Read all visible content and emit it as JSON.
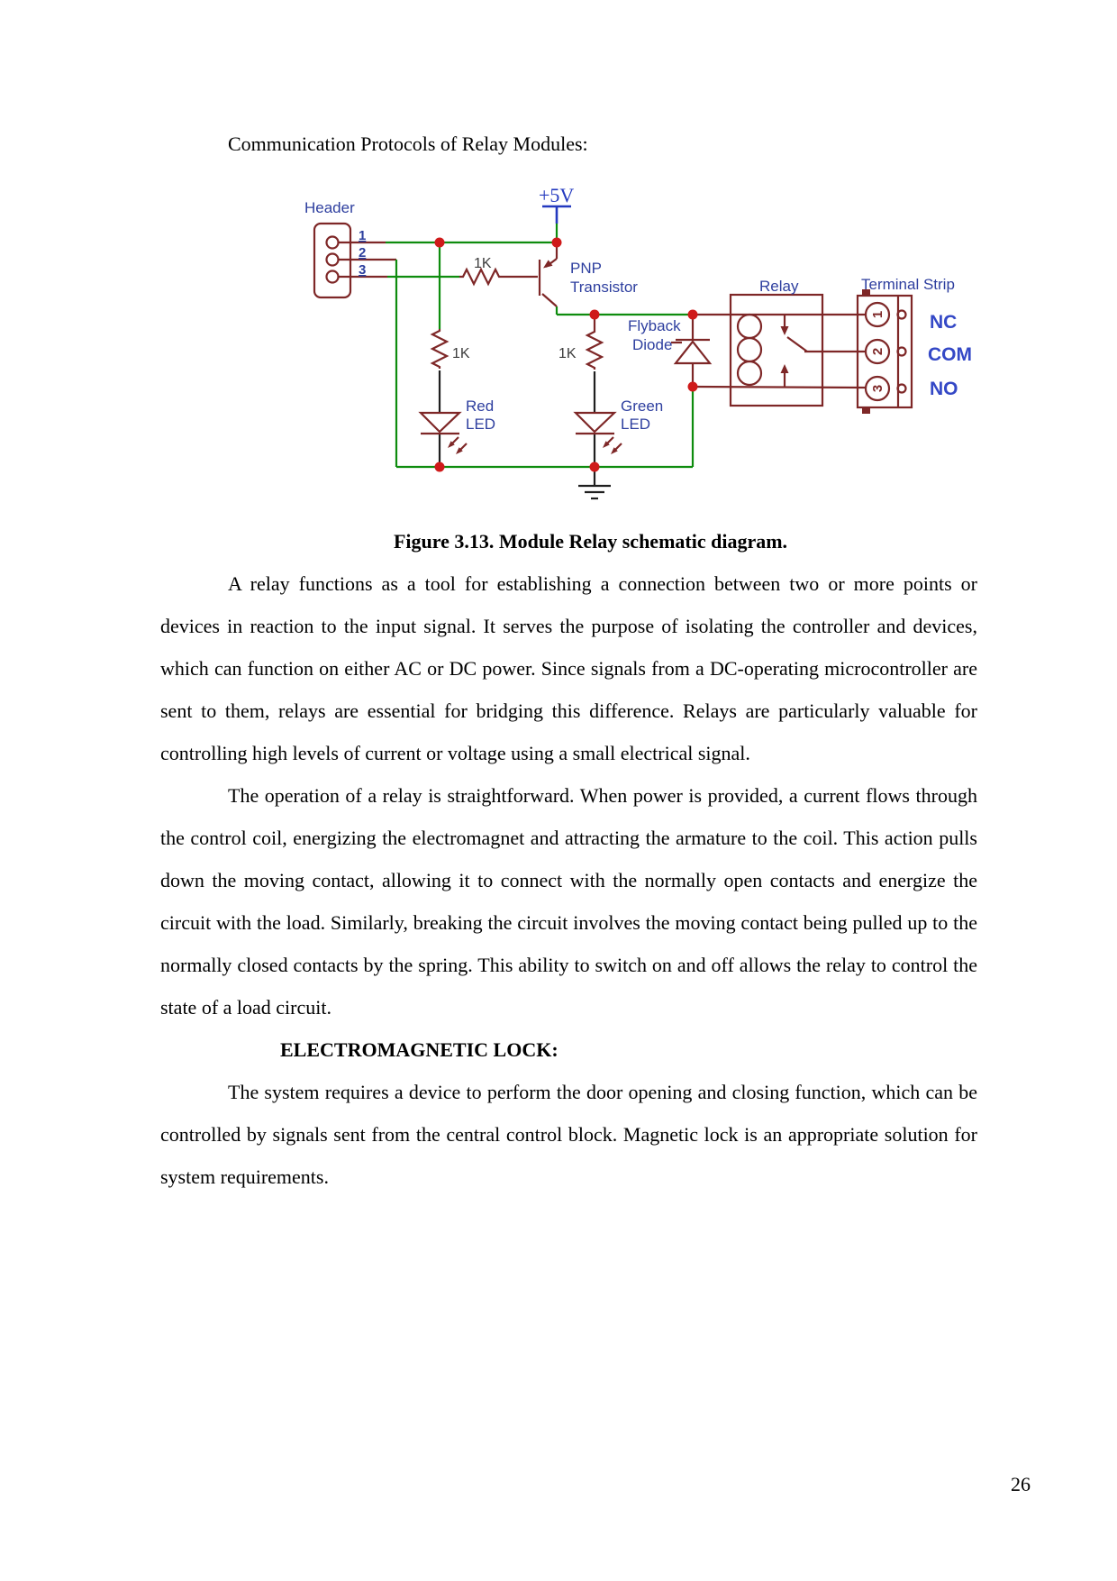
{
  "page": {
    "intro_line": "Communication Protocols of Relay Modules:",
    "caption": "Figure 3.13. Module Relay schematic diagram.",
    "paragraph1": "A relay functions as a tool for establishing a connection between two or more points or devices in reaction to the input signal. It serves the purpose of isolating the controller and devices, which can function on either AC or DC power. Since signals from a DC-operating microcontroller are sent to them, relays are essential for bridging this difference. Relays are particularly valuable for controlling high levels of current or voltage using a small electrical signal.",
    "paragraph2": "The operation of a relay is straightforward. When power is provided, a current flows through the control coil, energizing the electromagnet and attracting the armature to the coil. This action pulls down the moving contact, allowing it to connect with the normally open contacts and energize the circuit with the load. Similarly, breaking the circuit involves the moving contact being pulled up to the normally closed contacts by the spring. This ability to switch on and off allows the relay to control the state of a load circuit.",
    "sub_heading": "ELECTROMAGNETIC LOCK:",
    "paragraph3": "The system requires a device to perform the door opening and closing function, which can be controlled by signals sent from the central control block. Magnetic lock is an appropriate solution for system requirements.",
    "page_number": "26"
  },
  "schematic": {
    "labels": {
      "header": "Header",
      "supply": "+5V",
      "pin1": "1",
      "pin2": "2",
      "pin3": "3",
      "r_base": "1K",
      "r_left": "1K",
      "r_right": "1K",
      "pnp_line1": "PNP",
      "pnp_line2": "Transistor",
      "flyback_line1": "Flyback",
      "flyback_line2": "Diode",
      "relay": "Relay",
      "terminal_strip": "Terminal Strip",
      "red_led_line1": "Red",
      "red_led_line2": "LED",
      "green_led_line1": "Green",
      "green_led_line2": "LED",
      "nc": "NC",
      "com": "COM",
      "no": "NO",
      "t1": "1",
      "t2": "2",
      "t3": "3"
    },
    "colors": {
      "wire_green": "#0e8c0e",
      "component_maroon": "#7e2727",
      "junction_red": "#cf1a1a",
      "label_blue": "#2e3f9f",
      "terminal_label_blue": "#3448c6",
      "supply_blue": "#2339bf",
      "lead_black": "#1f1f1f"
    }
  }
}
